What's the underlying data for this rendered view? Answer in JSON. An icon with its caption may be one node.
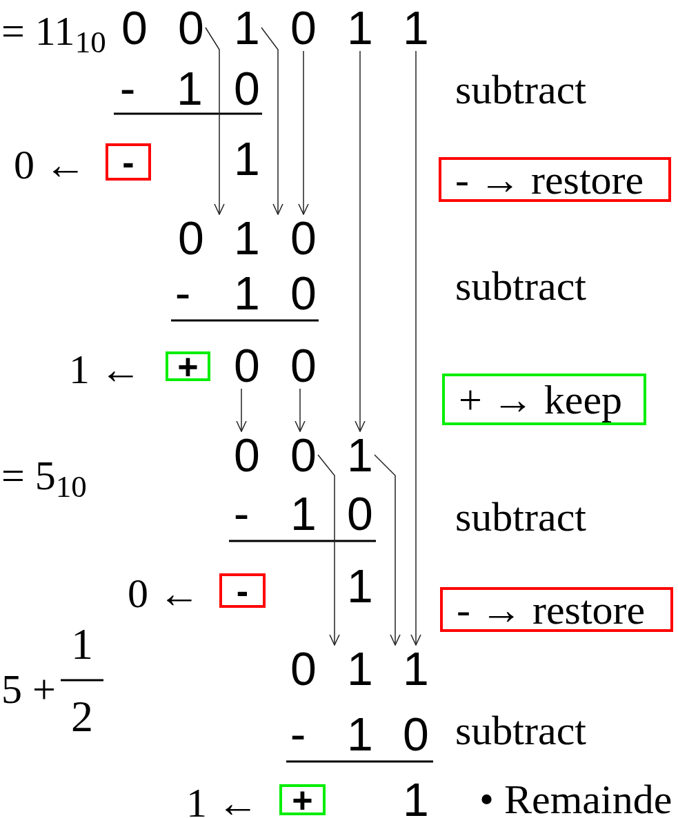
{
  "diagram": {
    "nodes": [
      {
        "text": [
          "0"
        ]
      },
      {
        "text": [
          "0"
        ]
      },
      {
        "text": [
          "1"
        ]
      },
      {
        "text": [
          "0"
        ]
      },
      {
        "text": [
          "1"
        ]
      },
      {
        "text": [
          "1"
        ]
      },
      {
        "text": [
          "-"
        ]
      },
      {
        "text": [
          "1"
        ]
      },
      {
        "text": [
          "0"
        ]
      },
      {
        "text": [
          "-"
        ],
        "beside": [
          "0 ←"
        ]
      },
      {
        "text": [
          "1"
        ]
      },
      {
        "text": [
          "- → restore"
        ]
      },
      {
        "text": [
          "0"
        ]
      },
      {
        "text": [
          "1"
        ]
      },
      {
        "text": [
          "0"
        ]
      },
      {
        "text": [
          "-"
        ]
      },
      {
        "text": [
          "1"
        ]
      },
      {
        "text": [
          "0"
        ]
      },
      {
        "text": [
          "+"
        ],
        "beside": [
          "1 ←"
        ]
      },
      {
        "text": [
          "0"
        ]
      },
      {
        "text": [
          "0"
        ]
      },
      {
        "text": [
          "+ → keep"
        ]
      },
      {
        "text": [
          "0"
        ]
      },
      {
        "text": [
          "0"
        ]
      },
      {
        "text": [
          "1"
        ]
      },
      {
        "text": [
          "-"
        ]
      },
      {
        "text": [
          "1"
        ]
      },
      {
        "text": [
          "0"
        ]
      },
      {
        "text": [
          "-"
        ],
        "beside": [
          "0 ←"
        ]
      },
      {
        "text": [
          "1"
        ]
      },
      {
        "text": [
          "- → restore"
        ]
      },
      {
        "text": [
          "0"
        ]
      },
      {
        "text": [
          "1"
        ]
      },
      {
        "text": [
          "1"
        ]
      },
      {
        "text": [
          "-"
        ]
      },
      {
        "text": [
          "1"
        ]
      },
      {
        "text": [
          "0"
        ]
      },
      {
        "text": [
          "+"
        ],
        "beside": [
          "1 ←"
        ]
      },
      {
        "text": [
          "1"
        ]
      }
    ],
    "edges": [
      {
        "from": 1,
        "to": 12,
        "arrow": "to"
      },
      {
        "from": 2,
        "to": 13,
        "arrow": "to"
      },
      {
        "from": 3,
        "to": 14,
        "arrow": "to"
      },
      {
        "from": 4,
        "to": 24,
        "arrow": "to"
      },
      {
        "from": 5,
        "to": 33,
        "arrow": "to"
      },
      {
        "from": 19,
        "to": 22,
        "arrow": "to"
      },
      {
        "from": 20,
        "to": 23,
        "arrow": "to"
      },
      {
        "from": 23,
        "to": 32,
        "arrow": "to"
      },
      {
        "from": 24,
        "to": 33,
        "arrow": "to"
      }
    ],
    "labels": [
      "= 11$_{10}$",
      "subtract",
      "subtract",
      "= 5$_{10}$",
      "subtract",
      "1",
      "5 +",
      "2",
      "subtract",
      "• Remainde"
    ]
  }
}
